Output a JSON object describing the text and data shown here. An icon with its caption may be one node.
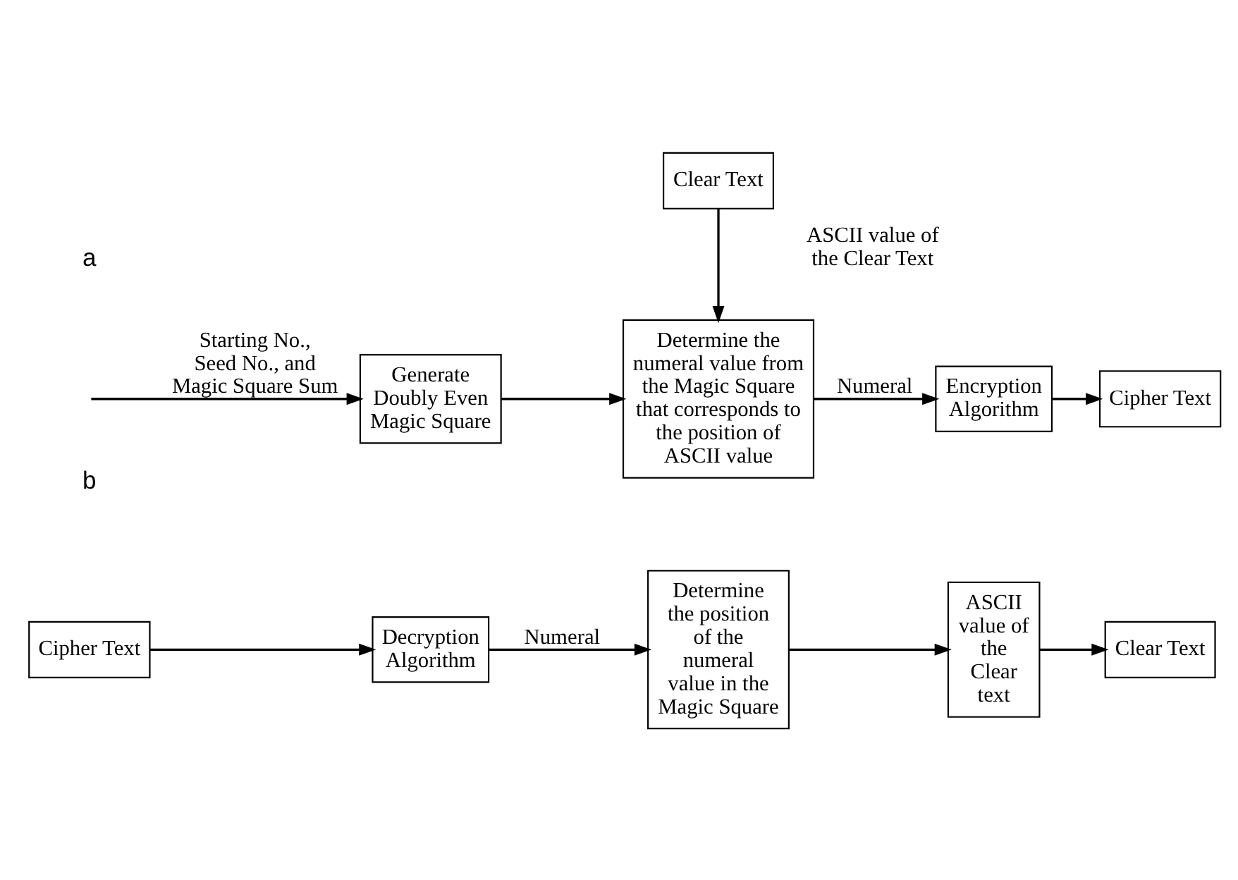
{
  "diagram": {
    "nodes": [
      {
        "text": [
          "Clear Text"
        ]
      },
      {
        "text": [
          "Generate Doubly Even Magic Square"
        ]
      },
      {
        "text": [
          "Determine the numeral value from the Magic Square that corresponds to the position of ASCII value"
        ]
      },
      {
        "text": [
          "Encryption Algorithm"
        ]
      },
      {
        "text": [
          "Cipher Text"
        ]
      },
      {
        "text": [
          "Cipher Text"
        ]
      },
      {
        "text": [
          "Decryption Algorithm"
        ]
      },
      {
        "text": [
          "Determine the position of the numeral value in the Magic Square"
        ]
      },
      {
        "text": [
          "ASCII value of the Clear text"
        ]
      },
      {
        "text": [
          "Clear Text"
        ]
      }
    ],
    "edges": [
      {
        "from": null,
        "to": 1,
        "arrow": "to",
        "label": "Starting No., Seed No., and Magic Square Sum"
      },
      {
        "from": 0,
        "to": 2,
        "arrow": "to",
        "label": "ASCII value of the Clear Text"
      },
      {
        "from": 1,
        "to": 2,
        "arrow": "to"
      },
      {
        "from": 2,
        "to": 3,
        "arrow": "to",
        "label": "Numeral"
      },
      {
        "from": 3,
        "to": 4,
        "arrow": "to"
      },
      {
        "from": 5,
        "to": 6,
        "arrow": "to"
      },
      {
        "from": 6,
        "to": 7,
        "arrow": "to",
        "label": "Numeral"
      },
      {
        "from": 7,
        "to": 8,
        "arrow": "to"
      },
      {
        "from": 8,
        "to": 9,
        "arrow": "to"
      }
    ],
    "labels": [
      "a",
      "b"
    ]
  }
}
